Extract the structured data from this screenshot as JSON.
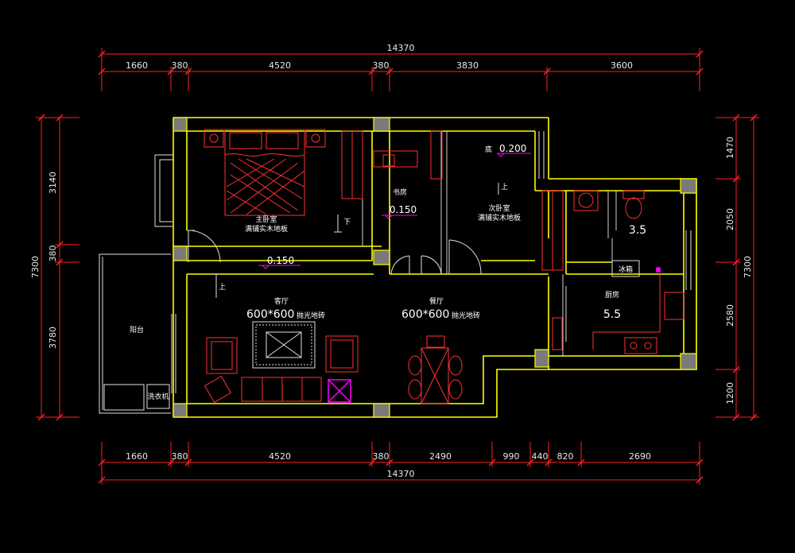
{
  "dimensions": {
    "top_total": "14370",
    "top": [
      "1660",
      "380",
      "4520",
      "380",
      "3830",
      "3600"
    ],
    "bottom": [
      "1660",
      "380",
      "4520",
      "380",
      "2490",
      "990",
      "440",
      "820",
      "2690"
    ],
    "bottom_total": "14370",
    "left": [
      "3140",
      "380",
      "3780"
    ],
    "left_total": "7300",
    "right": [
      "1470",
      "2050",
      "2580",
      "1200"
    ],
    "right_total": "7300"
  },
  "rooms": {
    "master_bedroom": {
      "name": "主卧室",
      "note": "满铺实木地板"
    },
    "study": {
      "name": "书房",
      "level": "0.150"
    },
    "second_bedroom": {
      "name": "次卧室",
      "note": "满铺实木地板",
      "level_prefix": "底",
      "level": "0.200"
    },
    "bathroom": {
      "area": "3.5"
    },
    "fridge": {
      "name": "冰箱"
    },
    "kitchen": {
      "name": "厨房",
      "area": "5.5"
    },
    "corridor": {
      "level": "0.150"
    },
    "living": {
      "name": "客厅",
      "tile": "600*600",
      "tile_note": "抛光地砖"
    },
    "dining": {
      "name": "餐厅",
      "tile": "600*600",
      "tile_note": "抛光地砖"
    },
    "balcony": {
      "name": "阳台"
    },
    "washer": {
      "name": "洗衣机"
    }
  },
  "marks": {
    "up": "上",
    "down": "下"
  },
  "colors": {
    "background": "#000000",
    "wall": "#ffff00",
    "dimension": "#ff2020",
    "furniture": "#ff3030",
    "magenta": "#ff00ff",
    "white": "#ffffff",
    "column": "#808080"
  }
}
